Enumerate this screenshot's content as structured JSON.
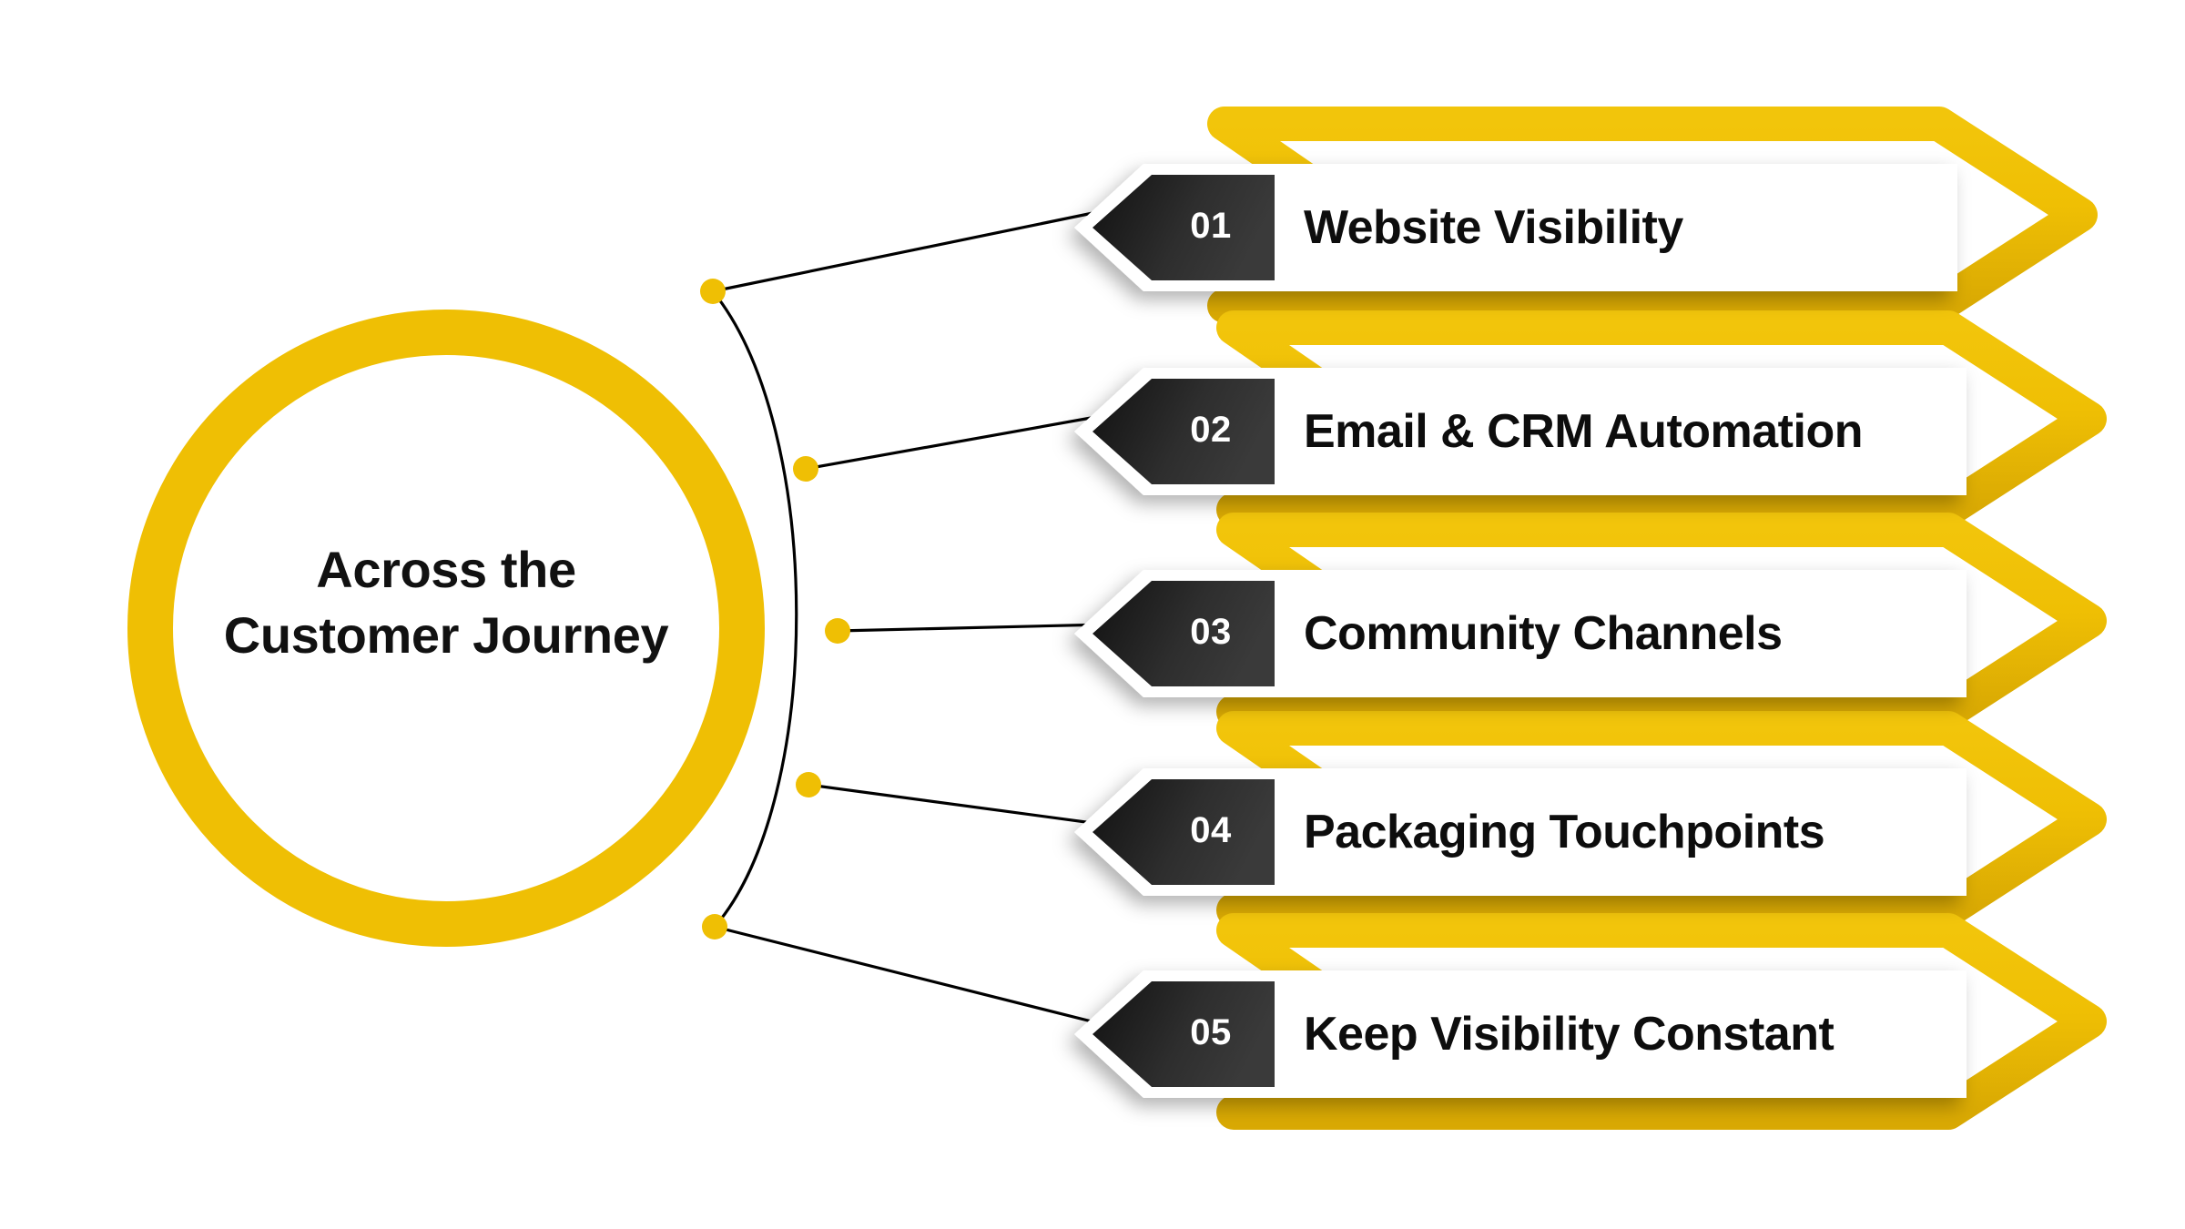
{
  "palette": {
    "accent_yellow": "#EFBF04",
    "accent_yellow_dark": "#DDAE03",
    "badge_dark": "#2e2e2e",
    "badge_dark_2": "#1a1a1a",
    "text_dark": "#0d0d0d",
    "banner_white": "#ffffff",
    "line_black": "#000000",
    "page_background": "#ffffff"
  },
  "hub": {
    "title_line1": "Across the",
    "title_line2": "Customer Journey",
    "title": "Across the\nCustomer Journey"
  },
  "items": [
    {
      "number": "01",
      "label": "Website Visibility"
    },
    {
      "number": "02",
      "label": "Email & CRM Automation"
    },
    {
      "number": "03",
      "label": "Community Channels"
    },
    {
      "number": "04",
      "label": "Packaging Touchpoints"
    },
    {
      "number": "05",
      "label": "Keep Visibility Constant"
    }
  ]
}
